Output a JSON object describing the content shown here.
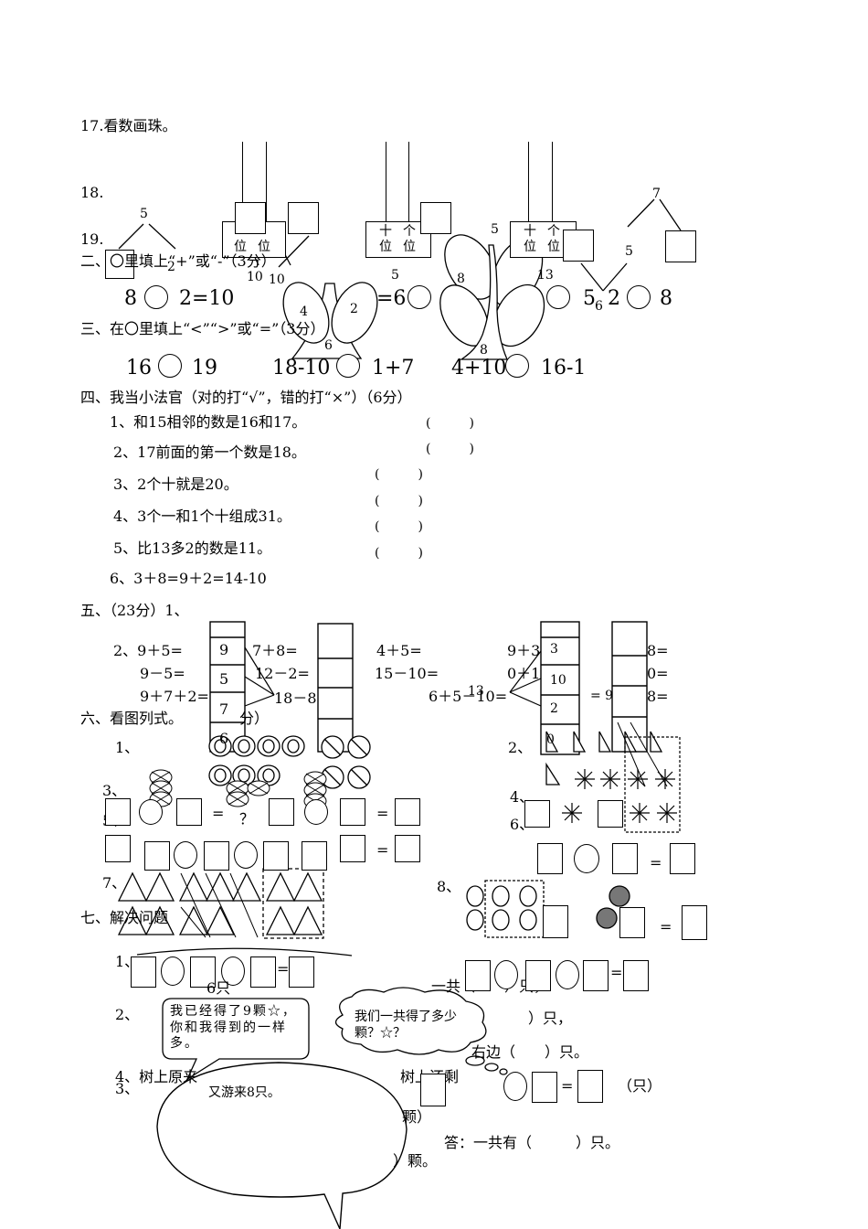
{
  "q17": "17.看数画珠。",
  "q18": "18.",
  "q19": "19.",
  "abacus": {
    "tens": "十",
    "ones": "个",
    "wei": "位"
  },
  "bond_left": {
    "top": "5",
    "right": "2"
  },
  "bond_mid": {
    "n10a": "10",
    "n10b": "10"
  },
  "bond_right": {
    "top": "7",
    "mid": "5"
  },
  "num5_left": "5",
  "num5_top": "5",
  "num8": "8",
  "num13": "13",
  "tree1": {
    "l": "4",
    "r": "2",
    "b": "6"
  },
  "tree2": {
    "b": "8"
  },
  "sec2": {
    "title": "二、〇里填上“+”或“-”（3分）",
    "e1a": "8",
    "e1b": "2=10",
    "e2": "=6",
    "e3a": "5",
    "e3b": "2",
    "e3c": "8",
    "e3n": "6"
  },
  "sec3": {
    "title": "三、在〇里填上“<”“>”或“=”（3分）",
    "a1": "16",
    "a2": "19",
    "b1": "18-10",
    "b2": "1+7",
    "c1": "4+10",
    "c2": "16-1"
  },
  "sec4": {
    "title": "四、我当小法官（对的打“√”，错的打“×”）（6分）",
    "items": [
      "1、和15相邻的数是16和17。",
      "2、17前面的第一个数是18。",
      "3、2个十就是20。",
      "4、3个一和1个十组成31。",
      "5、比13多2的数是11。",
      "6、3＋8=9＋2=14-10"
    ],
    "paren": "(　　　)"
  },
  "sec5": {
    "title": "五、（23分）1、",
    "q2": "2、9＋5=",
    "c1": [
      "9－5=",
      "9＋7＋2="
    ],
    "c2": [
      "7＋8=",
      "12－2=",
      "18－8"
    ],
    "c3": [
      "4＋5=",
      "15－10=",
      "6＋5－10="
    ],
    "c4": [
      "9＋3",
      "0＋1"
    ],
    "c5": [
      "8=",
      "0=",
      "8="
    ],
    "ladder1": [
      "9",
      "5",
      "7",
      "6"
    ],
    "ladder2": [
      "3",
      "10",
      "2",
      "0"
    ],
    "n13": "13",
    "eq9": "= 9"
  },
  "sec6": {
    "title": "六、看图列式。",
    "fen": "分）",
    "l1": "1、",
    "l2": "2、",
    "l3": "3、",
    "l4": "4、",
    "l5": "5、",
    "l6": "6、",
    "l7": "7、",
    "l8": "8、",
    "eq": "=",
    "q": "？"
  },
  "sec7": {
    "title": "七、解决问题",
    "l1": "1、",
    "l2": "2、",
    "l3": "3、",
    "l4": "4、树上原来",
    "six": "6只",
    "total": "一共（　　）只，",
    "only": "）只，",
    "right": "右边（　　）只。",
    "left_tree": "树上还剩",
    "zhi": "（只）",
    "ke": "颗）",
    "answer": "答：一共有（　　　）只。",
    "ke2": "）颗。"
  },
  "bubble1": "我已经得了9颗☆，你和我得到的一样多。",
  "bubble2": "我们一共得了多少颗？☆？",
  "bubble3": "又游来8只。"
}
